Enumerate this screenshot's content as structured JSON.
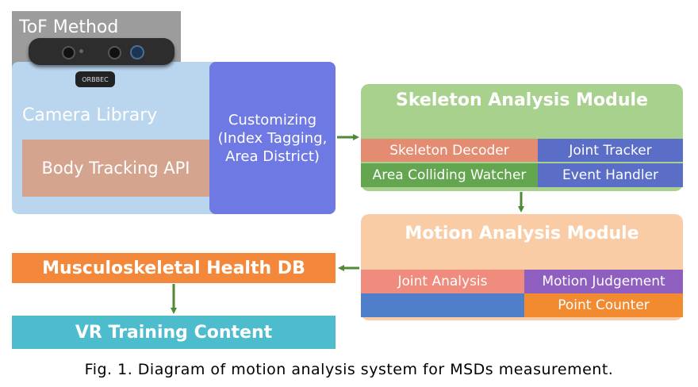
{
  "tof": {
    "title": "ToF Method",
    "brand": "ORBBEC"
  },
  "camera_library": {
    "label": "Camera Library",
    "body_tracking": "Body Tracking API"
  },
  "customizing": {
    "lines": [
      "Customizing",
      "(Index Tagging,",
      "Area District)"
    ]
  },
  "skeleton_module": {
    "title": "Skeleton Analysis Module",
    "items": [
      "Skeleton Decoder",
      "Joint Tracker",
      "Area Colliding Watcher",
      "Event Handler"
    ]
  },
  "motion_module": {
    "title": "Motion Analysis Module",
    "items": [
      "Joint Analysis",
      "Motion Judgement",
      "Point Counter"
    ]
  },
  "health_db": "Musculoskeletal Health DB",
  "vr_content": "VR Training Content",
  "caption": "Fig. 1. Diagram of motion analysis system for MSDs measurement.",
  "colors": {
    "arrow": "#4f8a34",
    "camera_library": "#b9d6ee",
    "customizing": "#6f79e3",
    "skeleton": "#a9d18e",
    "motion": "#f9cca6",
    "health_db": "#f4883a",
    "vr_content": "#4dbccd"
  }
}
